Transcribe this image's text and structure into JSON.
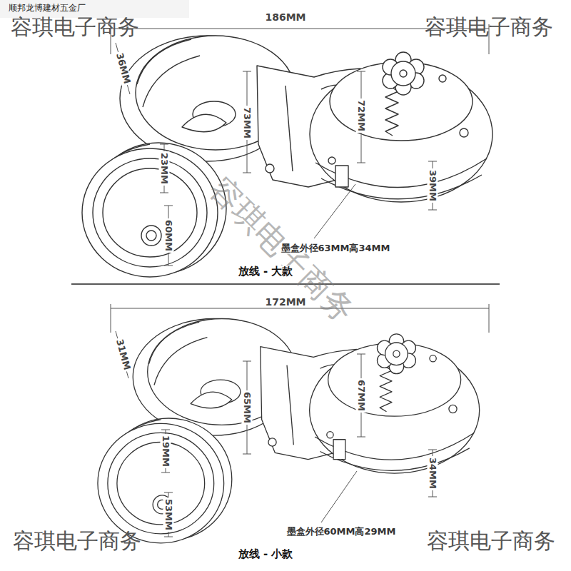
{
  "diagram": {
    "labels": [
      "顺邦龙博建材五金厂",
      "容琪电子商务",
      "186MM",
      "容琪电子商务",
      "36MM",
      "73MM",
      "72MM",
      "23MM",
      "39MM",
      "容琪电子商务",
      "60MM",
      "墨盒外径63MM高34MM",
      "放线 - 大款",
      "172MM",
      "31MM",
      "65MM",
      "67MM",
      "19MM",
      "34MM",
      "53MM",
      "容琪电子商务",
      "墨盒外径60MM高29MM",
      "容琪电子商务",
      "放线 - 小款"
    ]
  }
}
